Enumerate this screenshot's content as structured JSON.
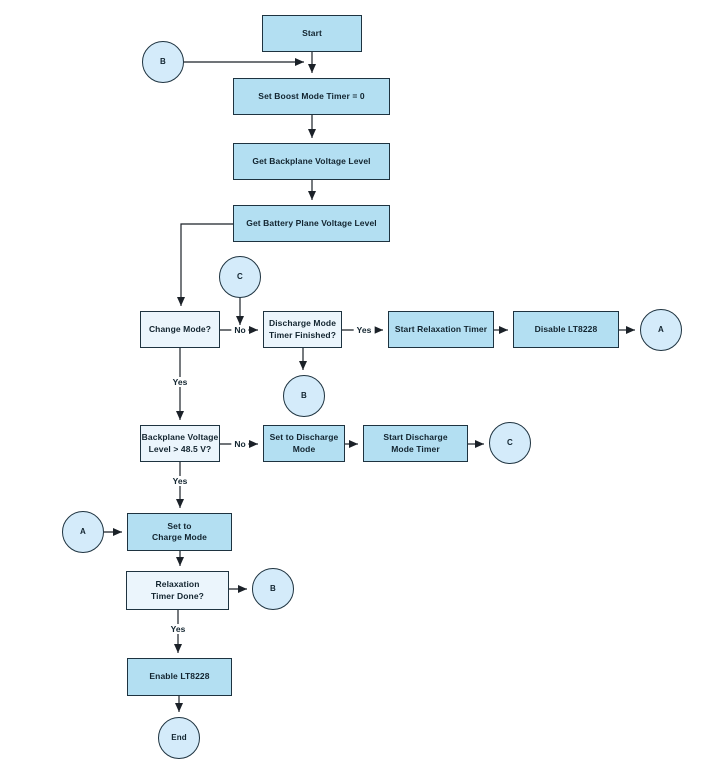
{
  "colors": {
    "background": "#ffffff",
    "process-fill": "#b3dff2",
    "decision-fill": "#ebf5fc",
    "circle-fill": "#d4ebfa",
    "node-border": "#1e3340",
    "line": "#1b2128",
    "text": "#12242f"
  },
  "nodes": {
    "start": {
      "label": "Start"
    },
    "set_boost": {
      "label": "Set Boost Mode Timer = 0"
    },
    "get_backplane": {
      "label": "Get Backplane Voltage Level"
    },
    "get_battery": {
      "label": "Get Battery Plane Voltage Level"
    },
    "change_mode": {
      "label": "Change Mode?"
    },
    "discharge_finished": {
      "label": "Discharge Mode\nTimer Finished?"
    },
    "start_relaxation": {
      "label": "Start Relaxation Timer"
    },
    "disable_lt8228": {
      "label": "Disable LT8228"
    },
    "backplane_voltage": {
      "label": "Backplane Voltage\nLevel > 48.5 V?"
    },
    "set_discharge": {
      "label": "Set to Discharge\nMode"
    },
    "start_discharge_timer": {
      "label": "Start Discharge\nMode Timer"
    },
    "set_charge": {
      "label": "Set to\nCharge Mode"
    },
    "relaxation_done": {
      "label": "Relaxation\nTimer Done?"
    },
    "enable_lt8228": {
      "label": "Enable LT8228"
    },
    "end": {
      "label": "End"
    }
  },
  "connectors": {
    "b_top": "B",
    "c_top": "C",
    "b_mid": "B",
    "a_right": "A",
    "c_right": "C",
    "a_left": "A",
    "b_right": "B"
  },
  "edge_labels": {
    "change_no": "No",
    "discharge_yes": "Yes",
    "change_yes": "Yes",
    "backplane_no": "No",
    "backplane_yes": "Yes",
    "relaxation_yes": "Yes"
  }
}
